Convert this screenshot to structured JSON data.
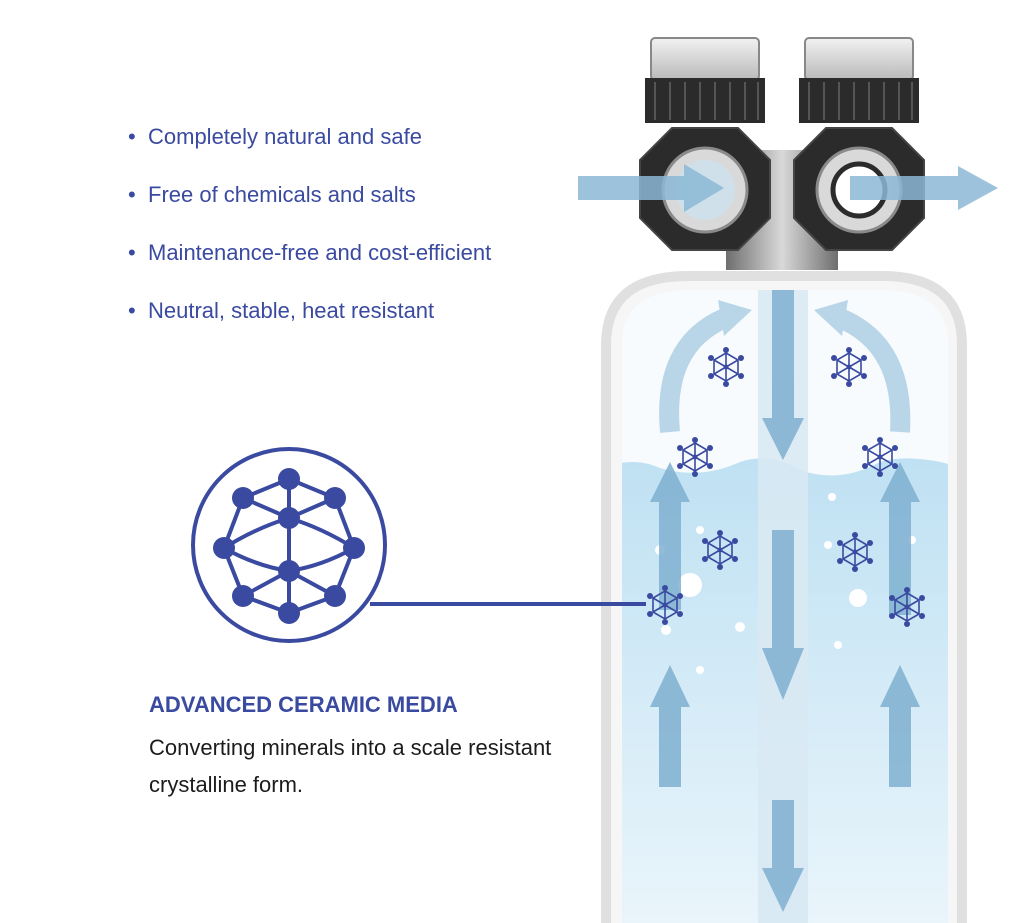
{
  "features": [
    "Completely natural and safe",
    "Free of chemicals and salts",
    "Maintenance-free and cost-efficient",
    "Neutral, stable, heat resistant"
  ],
  "media": {
    "title": "ADVANCED CERAMIC MEDIA",
    "description": "Converting minerals into a scale resistant crystalline form."
  },
  "colors": {
    "accent": "#3a4aa0",
    "water": "#cfe7f5",
    "flow_arrow": "#7fb0d0",
    "tank_shell": "#e2e2e2"
  },
  "icons": [
    "molecule-icon",
    "inlet-arrow-icon",
    "outlet-arrow-icon"
  ]
}
